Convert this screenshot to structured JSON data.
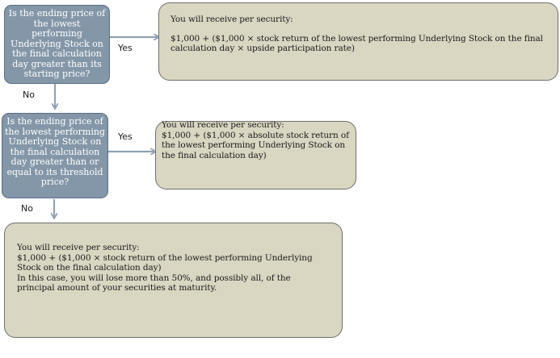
{
  "questions": {
    "q1": "Is the ending price of the lowest performing Underlying Stock on the final calculation day greater than its starting price?",
    "q2": "Is the ending price of the lowest performing Underlying Stock on the final calculation day greater than or equal to its threshold price?"
  },
  "labels": {
    "yes1": "Yes",
    "no1": "No",
    "yes2": "Yes",
    "no2": "No"
  },
  "answers": {
    "a1": {
      "heading": "You will receive per security:",
      "formula": "$1,000 + ($1,000 × stock return of the lowest performing Underlying Stock on the final calculation day × upside participation rate)"
    },
    "a2": {
      "heading": "You will receive per security:",
      "formula": "$1,000 + ($1,000 × absolute stock return of the lowest performing Underlying Stock on the final calculation day)"
    },
    "a3": {
      "heading": "You will receive per security:",
      "formula": "$1,000 + ($1,000 × stock return of the lowest performing Underlying Stock on the final calculation day)",
      "note": "In this case, you will lose more than 50%, and possibly all, of the principal amount of your securities at maturity."
    }
  },
  "colors": {
    "question_box": "#8497a8",
    "answer_box": "#d9d6c2",
    "arrow": "#8fa2b3"
  }
}
